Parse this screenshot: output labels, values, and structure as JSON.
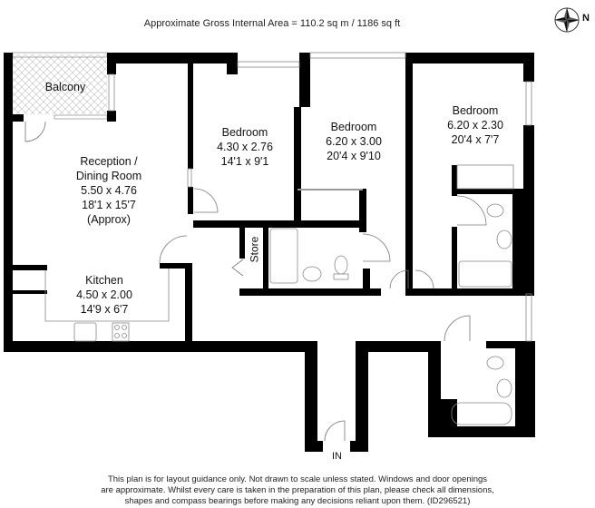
{
  "header": {
    "area_text": "Approximate Gross Internal Area = 110.2 sq m / 1186 sq ft"
  },
  "compass": {
    "icon": "compass-rose-icon",
    "label": "N"
  },
  "rooms": {
    "balcony": {
      "name": "Balcony"
    },
    "reception": {
      "name1": "Reception /",
      "name2": "Dining Room",
      "metric": "5.50 x 4.76",
      "imperial": "18'1 x 15'7",
      "note": "(Approx)"
    },
    "kitchen": {
      "name": "Kitchen",
      "metric": "4.50 x 2.00",
      "imperial": "14'9 x 6'7"
    },
    "bedroom1": {
      "name": "Bedroom",
      "metric": "4.30 x 2.76",
      "imperial": "14'1 x 9'1"
    },
    "bedroom2": {
      "name": "Bedroom",
      "metric": "6.20 x 3.00",
      "imperial": "20'4 x 9'10"
    },
    "bedroom3": {
      "name": "Bedroom",
      "metric": "6.20 x 2.30",
      "imperial": "20'4 x 7'7"
    },
    "store": {
      "name": "Store"
    },
    "entrance": {
      "name": "IN"
    }
  },
  "footer": {
    "line1": "This plan is for layout guidance only. Not drawn to scale unless stated. Windows and door openings",
    "line2": "are approximate. Whilst every care is taken in the preparation of this plan, please check all dimensions,",
    "line3": "shapes and compass bearings before making any decisions reliant upon them. (ID296521)"
  },
  "colors": {
    "wall": "#000000",
    "fixture": "#888888",
    "background": "#ffffff"
  }
}
